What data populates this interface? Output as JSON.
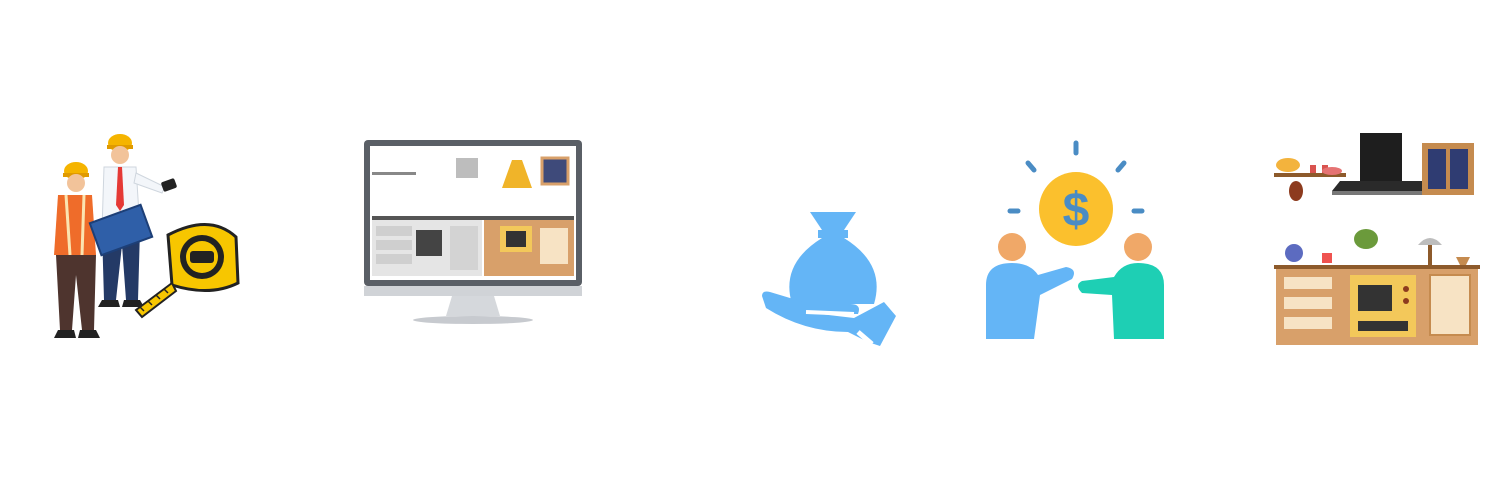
{
  "steps": [
    {
      "icon": "site-measurement-illustration"
    },
    {
      "icon": "kitchen-design-monitor-illustration"
    },
    {
      "icon": "money-bag-hand-icon"
    },
    {
      "icon": "deal-handshake-dollar-icon"
    },
    {
      "icon": "finished-kitchen-illustration"
    }
  ],
  "colors": {
    "accent_blue": "#64b5f6",
    "teal": "#1ecfb4",
    "gold": "#fbc02d",
    "wood": "#d8a06a",
    "skin": "#f0a868"
  }
}
